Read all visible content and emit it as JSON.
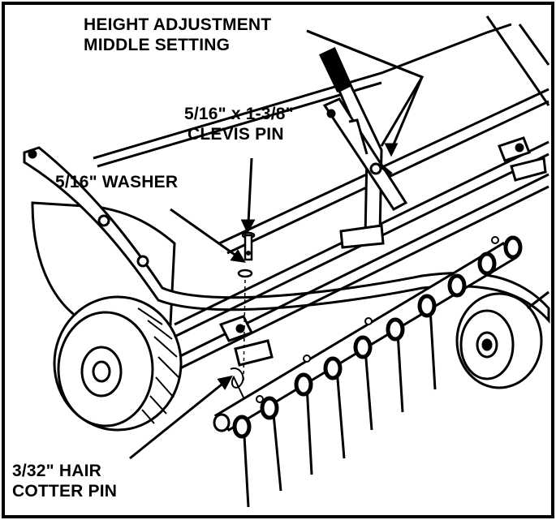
{
  "labels": {
    "height_adjustment": {
      "line1": "HEIGHT ADJUSTMENT",
      "line2": "MIDDLE SETTING"
    },
    "clevis_pin": {
      "line1": "5/16\" x 1-3/8\"",
      "line2": "CLEVIS PIN"
    },
    "washer": {
      "line1": "5/16\" WASHER"
    },
    "hair_cotter_pin": {
      "line1": "3/32\" HAIR",
      "line2": "COTTER PIN"
    }
  },
  "colors": {
    "ink": "#000000",
    "paper": "#ffffff"
  }
}
